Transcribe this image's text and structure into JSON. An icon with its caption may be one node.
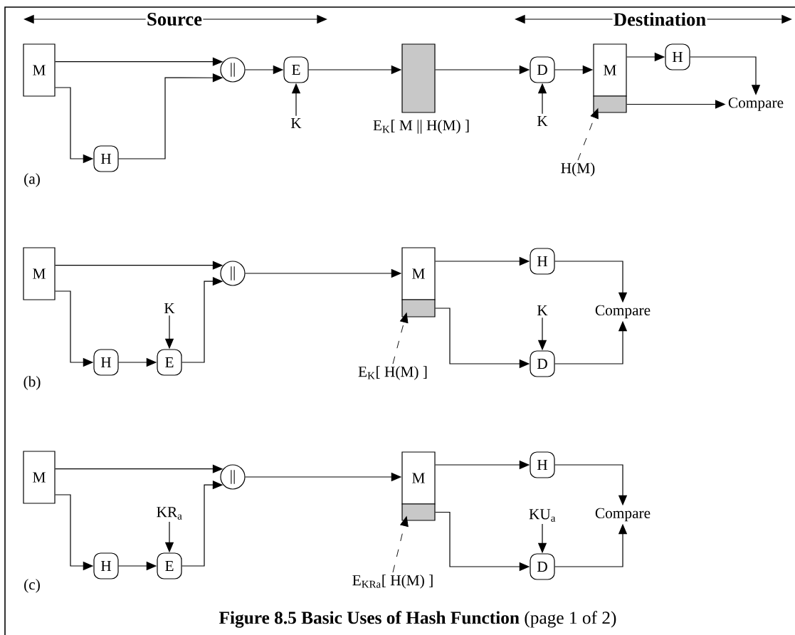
{
  "diagram": {
    "caption": "**Figure 8.5  Basic Uses of Hash Function** (page 1 of 2)",
    "nodes": [
      {
        "text": [
          "M"
        ]
      },
      {
        "text": [
          "H"
        ]
      },
      {
        "text": [
          "||"
        ]
      },
      {
        "text": [
          "E"
        ]
      },
      {
        "text": [
          "K"
        ]
      },
      {
        "text": [],
        "shape": "box",
        "beside": [
          "E$_{K}$[ M || H(M) ]"
        ]
      },
      {
        "text": [
          "D"
        ]
      },
      {
        "text": [
          "K"
        ]
      },
      {
        "text": [
          "M"
        ]
      },
      {
        "text": [],
        "shape": "box"
      },
      {
        "text": [
          "H"
        ]
      },
      {
        "text": [
          "Compare"
        ]
      },
      {
        "text": [
          "H(M)"
        ]
      },
      {
        "text": [
          "M"
        ]
      },
      {
        "text": [
          "H"
        ]
      },
      {
        "text": [
          "E"
        ]
      },
      {
        "text": [
          "K"
        ]
      },
      {
        "text": [
          "||"
        ]
      },
      {
        "text": [
          "M"
        ]
      },
      {
        "text": [],
        "shape": "box"
      },
      {
        "text": [
          "H"
        ]
      },
      {
        "text": [
          "K"
        ]
      },
      {
        "text": [
          "D"
        ]
      },
      {
        "text": [
          "Compare"
        ]
      },
      {
        "text": [
          "E$_{K}$[ H(M) ]"
        ]
      },
      {
        "text": [
          "M"
        ]
      },
      {
        "text": [
          "H"
        ]
      },
      {
        "text": [
          "E"
        ]
      },
      {
        "text": [
          "KR$_{a}$"
        ]
      },
      {
        "text": [
          "||"
        ]
      },
      {
        "text": [
          "M"
        ]
      },
      {
        "text": [],
        "shape": "box"
      },
      {
        "text": [
          "H"
        ]
      },
      {
        "text": [
          "KU$_{a}$"
        ]
      },
      {
        "text": [
          "D"
        ]
      },
      {
        "text": [
          "Compare"
        ]
      },
      {
        "text": [
          "E$_{KRa}$[ H(M) ]"
        ]
      }
    ],
    "edges": [
      {
        "from": 0,
        "to": 2,
        "arrow": "to"
      },
      {
        "from": 0,
        "to": 1,
        "arrow": "to"
      },
      {
        "from": 1,
        "to": 2,
        "arrow": "to"
      },
      {
        "from": 2,
        "to": 3,
        "arrow": "to"
      },
      {
        "from": 4,
        "to": 3,
        "arrow": "to"
      },
      {
        "from": 3,
        "to": 5,
        "arrow": "to"
      },
      {
        "from": 5,
        "to": 6,
        "arrow": "to"
      },
      {
        "from": 7,
        "to": 6,
        "arrow": "to"
      },
      {
        "from": 6,
        "to": 8,
        "arrow": "to"
      },
      {
        "from": 8,
        "to": 10,
        "arrow": "to"
      },
      {
        "from": 10,
        "to": 11,
        "arrow": "to"
      },
      {
        "from": 9,
        "to": 11,
        "arrow": "to"
      },
      {
        "from": 12,
        "to": 9,
        "arrow": "to",
        "style": "dashed"
      },
      {
        "from": 13,
        "to": 17,
        "arrow": "to"
      },
      {
        "from": 13,
        "to": 14,
        "arrow": "to"
      },
      {
        "from": 14,
        "to": 15,
        "arrow": "to"
      },
      {
        "from": 16,
        "to": 15,
        "arrow": "to"
      },
      {
        "from": 15,
        "to": 17,
        "arrow": "to"
      },
      {
        "from": 17,
        "to": 18,
        "arrow": "to"
      },
      {
        "from": 18,
        "to": 20,
        "arrow": "to"
      },
      {
        "from": 19,
        "to": 22,
        "arrow": "to"
      },
      {
        "from": 21,
        "to": 22,
        "arrow": "to"
      },
      {
        "from": 20,
        "to": 23,
        "arrow": "to"
      },
      {
        "from": 22,
        "to": 23,
        "arrow": "to"
      },
      {
        "from": 24,
        "to": 19,
        "arrow": "to",
        "style": "dashed"
      },
      {
        "from": 25,
        "to": 29,
        "arrow": "to"
      },
      {
        "from": 25,
        "to": 26,
        "arrow": "to"
      },
      {
        "from": 26,
        "to": 27,
        "arrow": "to"
      },
      {
        "from": 28,
        "to": 27,
        "arrow": "to"
      },
      {
        "from": 27,
        "to": 29,
        "arrow": "to"
      },
      {
        "from": 29,
        "to": 30,
        "arrow": "to"
      },
      {
        "from": 30,
        "to": 32,
        "arrow": "to"
      },
      {
        "from": 31,
        "to": 34,
        "arrow": "to"
      },
      {
        "from": 33,
        "to": 34,
        "arrow": "to"
      },
      {
        "from": 32,
        "to": 35,
        "arrow": "to"
      },
      {
        "from": 34,
        "to": 35,
        "arrow": "to"
      },
      {
        "from": 36,
        "to": 31,
        "arrow": "to",
        "style": "dashed"
      }
    ],
    "labels": [
      "Source",
      "Destination",
      "(a)",
      "(b)",
      "(c)"
    ]
  }
}
